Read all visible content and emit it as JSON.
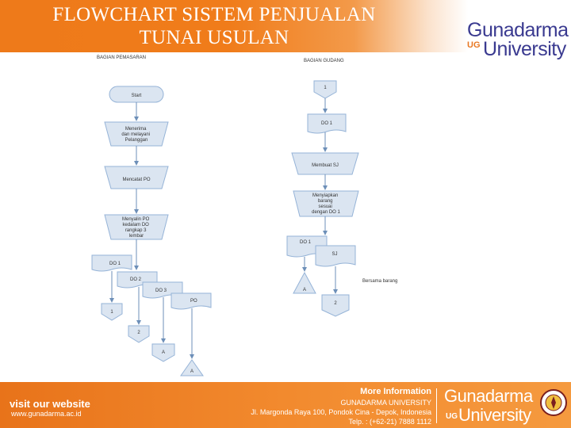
{
  "header": {
    "title_line1": "FLOWCHART SISTEM PENJUALAN",
    "title_line2": "TUNAI USULAN",
    "logo_line1": "Gunadarma",
    "logo_ug": "UG",
    "logo_line2": "University"
  },
  "diagram": {
    "lane_left": "BAGIAN PEMASARAN",
    "lane_right": "BAGIAN GUDANG",
    "nodes": {
      "start": "Start",
      "m1": [
        "Menerima",
        "dan melayani",
        "Pelanggan"
      ],
      "m2": "Mencatat PO",
      "m3": [
        "Menyalin PO",
        "kedalam DO",
        "rangkap 3",
        "lembar"
      ],
      "do1": "DO 1",
      "do2": "DO 2",
      "do3": "DO 3",
      "po": "PO",
      "c1": "1",
      "c2": "2",
      "ca": "A",
      "ta": "A",
      "g1": "1",
      "gdo1": "DO 1",
      "gm1": "Membuat SJ",
      "gm2": [
        "Menyiapkan",
        "barang",
        "sesuai",
        "dengan DO 1"
      ],
      "gdo1b": "DO 1",
      "sj": "SJ",
      "gta": "A",
      "gc": "2",
      "bersama": "Bersama barang"
    }
  },
  "footer": {
    "visit": "visit our website",
    "url": "www.gunadarma.ac.id",
    "more": "More Information",
    "university": "GUNADARMA UNIVERSITY",
    "address": "Jl. Margonda Raya 100, Pondok Cina - Depok, Indonesia",
    "telp": "Telp. : (+62-21) 7888 1112",
    "logo_line1": "Gunadarma",
    "logo_ug": "UG",
    "logo_line2": "University"
  },
  "colors": {
    "orange": "#ef7b1a",
    "navy": "#3a3a90",
    "shape_fill": "#dbe5f1",
    "shape_stroke": "#95b3d7"
  }
}
